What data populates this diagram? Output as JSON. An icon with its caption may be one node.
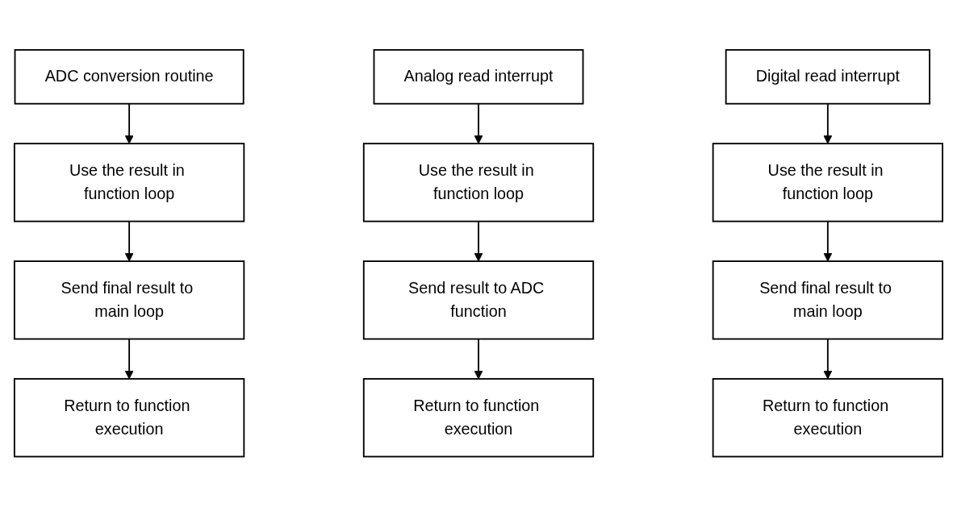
{
  "diagram": {
    "nodes": [
      {
        "text": [
          "ADC conversion routine"
        ]
      },
      {
        "text": [
          "Use the result in function loop"
        ]
      },
      {
        "text": [
          "Send final result to main loop"
        ]
      },
      {
        "text": [
          "Return to function execution"
        ]
      },
      {
        "text": [
          "Analog read interrupt"
        ]
      },
      {
        "text": [
          "Use the result in function loop"
        ]
      },
      {
        "text": [
          "Send result to ADC function"
        ]
      },
      {
        "text": [
          "Return to function execution"
        ]
      },
      {
        "text": [
          "Digital read interrupt"
        ]
      },
      {
        "text": [
          "Use the result in function loop"
        ]
      },
      {
        "text": [
          "Send final result to main loop"
        ]
      },
      {
        "text": [
          "Return to function execution"
        ]
      }
    ],
    "edges": [
      {
        "from": 0,
        "to": 1,
        "arrow": "to"
      },
      {
        "from": 1,
        "to": 2,
        "arrow": "to"
      },
      {
        "from": 2,
        "to": 3,
        "arrow": "to"
      },
      {
        "from": 4,
        "to": 5,
        "arrow": "to"
      },
      {
        "from": 5,
        "to": 6,
        "arrow": "to"
      },
      {
        "from": 6,
        "to": 7,
        "arrow": "to"
      },
      {
        "from": 8,
        "to": 9,
        "arrow": "to"
      },
      {
        "from": 9,
        "to": 10,
        "arrow": "to"
      },
      {
        "from": 10,
        "to": 11,
        "arrow": "to"
      }
    ]
  }
}
